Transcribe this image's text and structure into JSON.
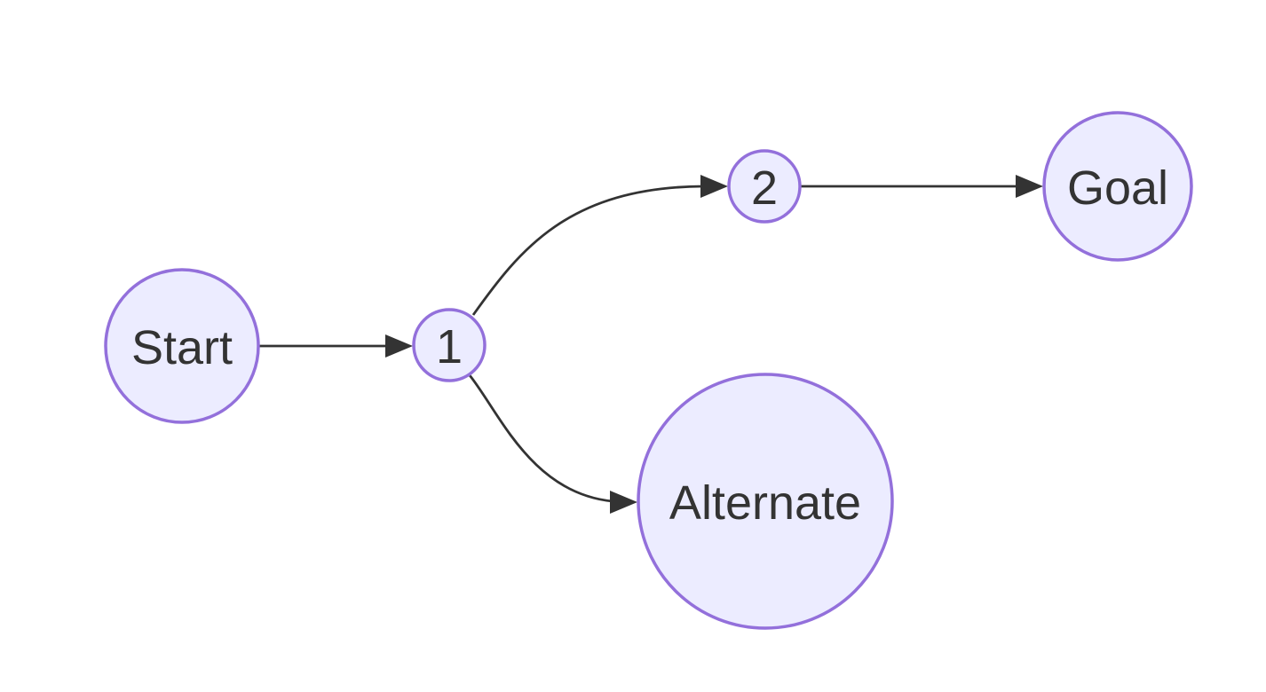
{
  "diagram": {
    "kind": "flowchart",
    "background_color": "#ffffff",
    "colors": {
      "node_fill": "#ECECFF",
      "node_stroke": "#9370DB",
      "edge_stroke": "#333333",
      "label_color": "#333333"
    },
    "nodes": [
      {
        "id": "start",
        "label": "Start",
        "shape": "circle"
      },
      {
        "id": "n1",
        "label": "1",
        "shape": "circle"
      },
      {
        "id": "n2",
        "label": "2",
        "shape": "circle"
      },
      {
        "id": "goal",
        "label": "Goal",
        "shape": "circle"
      },
      {
        "id": "alternate",
        "label": "Alternate",
        "shape": "circle"
      }
    ],
    "edges": [
      {
        "from": "Start",
        "to": "1",
        "arrow": "filled-triangle"
      },
      {
        "from": "1",
        "to": "2",
        "arrow": "filled-triangle"
      },
      {
        "from": "2",
        "to": "Goal",
        "arrow": "filled-triangle"
      },
      {
        "from": "1",
        "to": "Alternate",
        "arrow": "filled-triangle"
      }
    ]
  }
}
